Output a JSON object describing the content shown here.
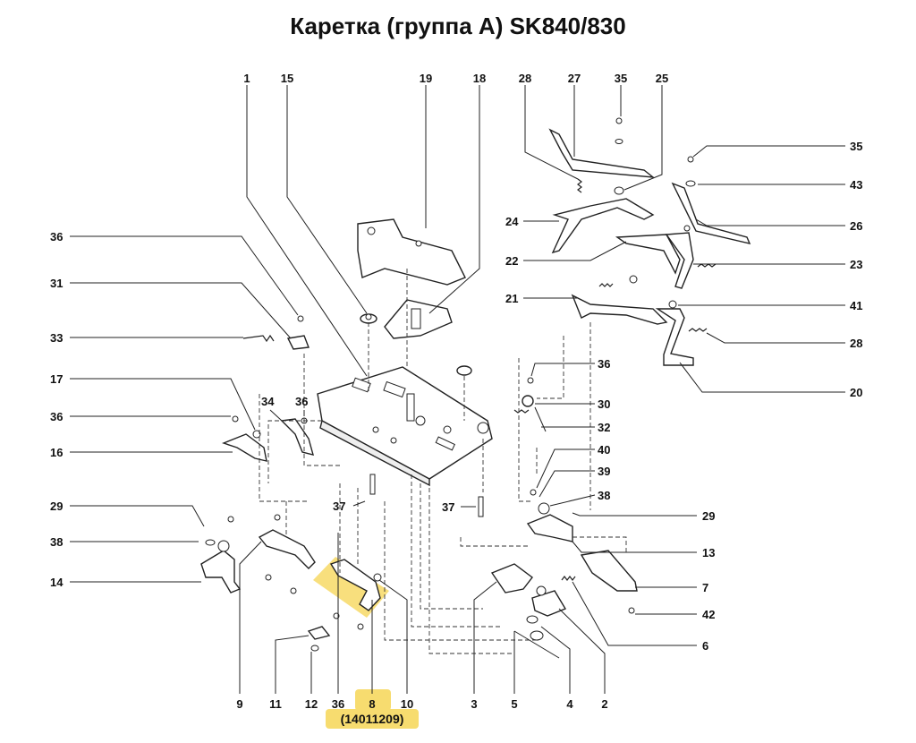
{
  "title": "Каретка (группа А) SK840/830",
  "highlight": {
    "part_number": "(14011209)",
    "color": "#f7dc6f"
  },
  "labels": {
    "l1": "1",
    "l15": "15",
    "l19": "19",
    "l18": "18",
    "l28a": "28",
    "l27": "27",
    "l35a": "35",
    "l25": "25",
    "l35b": "35",
    "l43": "43",
    "l26": "26",
    "l24": "24",
    "l22": "22",
    "l23": "23",
    "l21": "21",
    "l41": "41",
    "l28b": "28",
    "l20": "20",
    "l36a": "36",
    "l31": "31",
    "l33": "33",
    "l17": "17",
    "l36b": "36",
    "l16": "16",
    "l34": "34",
    "l36c": "36",
    "l36d": "36",
    "l30": "30",
    "l32": "32",
    "l40": "40",
    "l39": "39",
    "l38a": "38",
    "l29a": "29",
    "l37a": "37",
    "l37b": "37",
    "l29b": "29",
    "l38b": "38",
    "l14": "14",
    "l13": "13",
    "l7": "7",
    "l42": "42",
    "l6": "6",
    "l9": "9",
    "l11": "11",
    "l12": "12",
    "l36e": "36",
    "l8": "8",
    "l10": "10",
    "l3": "3",
    "l5": "5",
    "l4": "4",
    "l2": "2"
  }
}
